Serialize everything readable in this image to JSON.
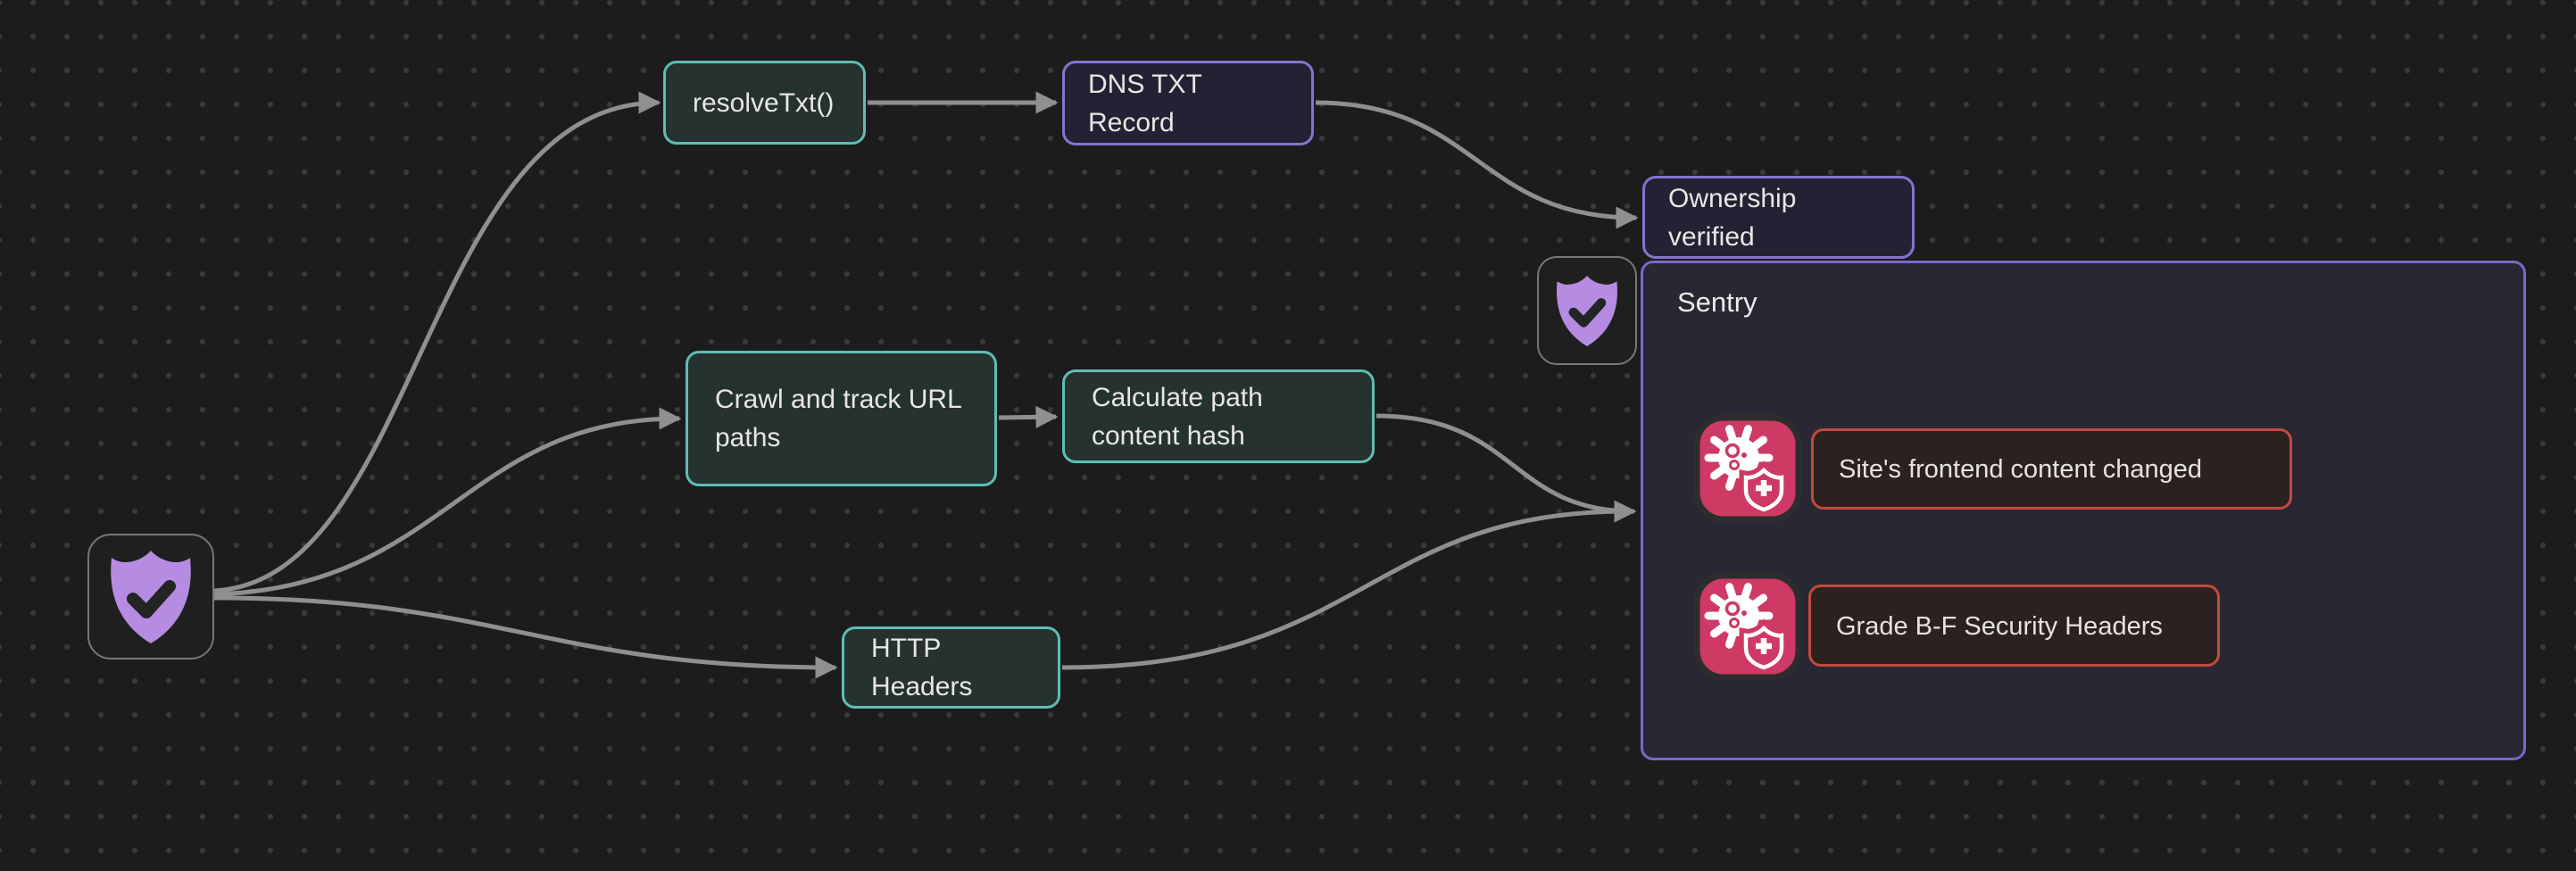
{
  "canvas": {
    "type": "flow-diagram",
    "background": "#1c1c1c",
    "dot_grid_color": "#3a3a3a",
    "edge_color": "#8f8f8f"
  },
  "nodes": {
    "source_shield": {
      "icon": "shield-check-icon",
      "shield_color": "#b58ce1"
    },
    "resolve_txt": {
      "label": "resolveTxt()",
      "accent": "#5fbdb4",
      "background": "#253230"
    },
    "dns_txt": {
      "label": "DNS TXT Record",
      "accent": "#8673d0",
      "background": "#252134"
    },
    "crawl": {
      "label": "Crawl and track URL paths",
      "accent": "#5fbdb4",
      "background": "#253230"
    },
    "calc_hash": {
      "label": "Calculate path content hash",
      "accent": "#5fbdb4",
      "background": "#253230"
    },
    "http_headers": {
      "label": "HTTP Headers",
      "accent": "#5fbdb4",
      "background": "#253230"
    },
    "ownership": {
      "label": "Ownership verified",
      "accent": "#8673d0",
      "background": "#252134"
    },
    "sentry_shield": {
      "icon": "shield-check-icon",
      "shield_color": "#b58ce1"
    },
    "sentry": {
      "label": "Sentry",
      "accent": "#7b68c9",
      "background": "#2a2734",
      "alerts": [
        {
          "label": "Site's frontend content changed",
          "icon": "virus-shield-icon",
          "icon_color": "#ce3a63",
          "accent": "#c14a3e"
        },
        {
          "label": "Grade B-F Security Headers",
          "icon": "virus-shield-icon",
          "icon_color": "#ce3a63",
          "accent": "#c14a3e"
        }
      ]
    }
  },
  "edges": [
    {
      "from": "source_shield",
      "to": "resolve_txt"
    },
    {
      "from": "source_shield",
      "to": "crawl"
    },
    {
      "from": "source_shield",
      "to": "http_headers"
    },
    {
      "from": "resolve_txt",
      "to": "dns_txt"
    },
    {
      "from": "dns_txt",
      "to": "ownership"
    },
    {
      "from": "crawl",
      "to": "calc_hash"
    },
    {
      "from": "calc_hash",
      "to": "sentry"
    },
    {
      "from": "http_headers",
      "to": "sentry"
    }
  ]
}
